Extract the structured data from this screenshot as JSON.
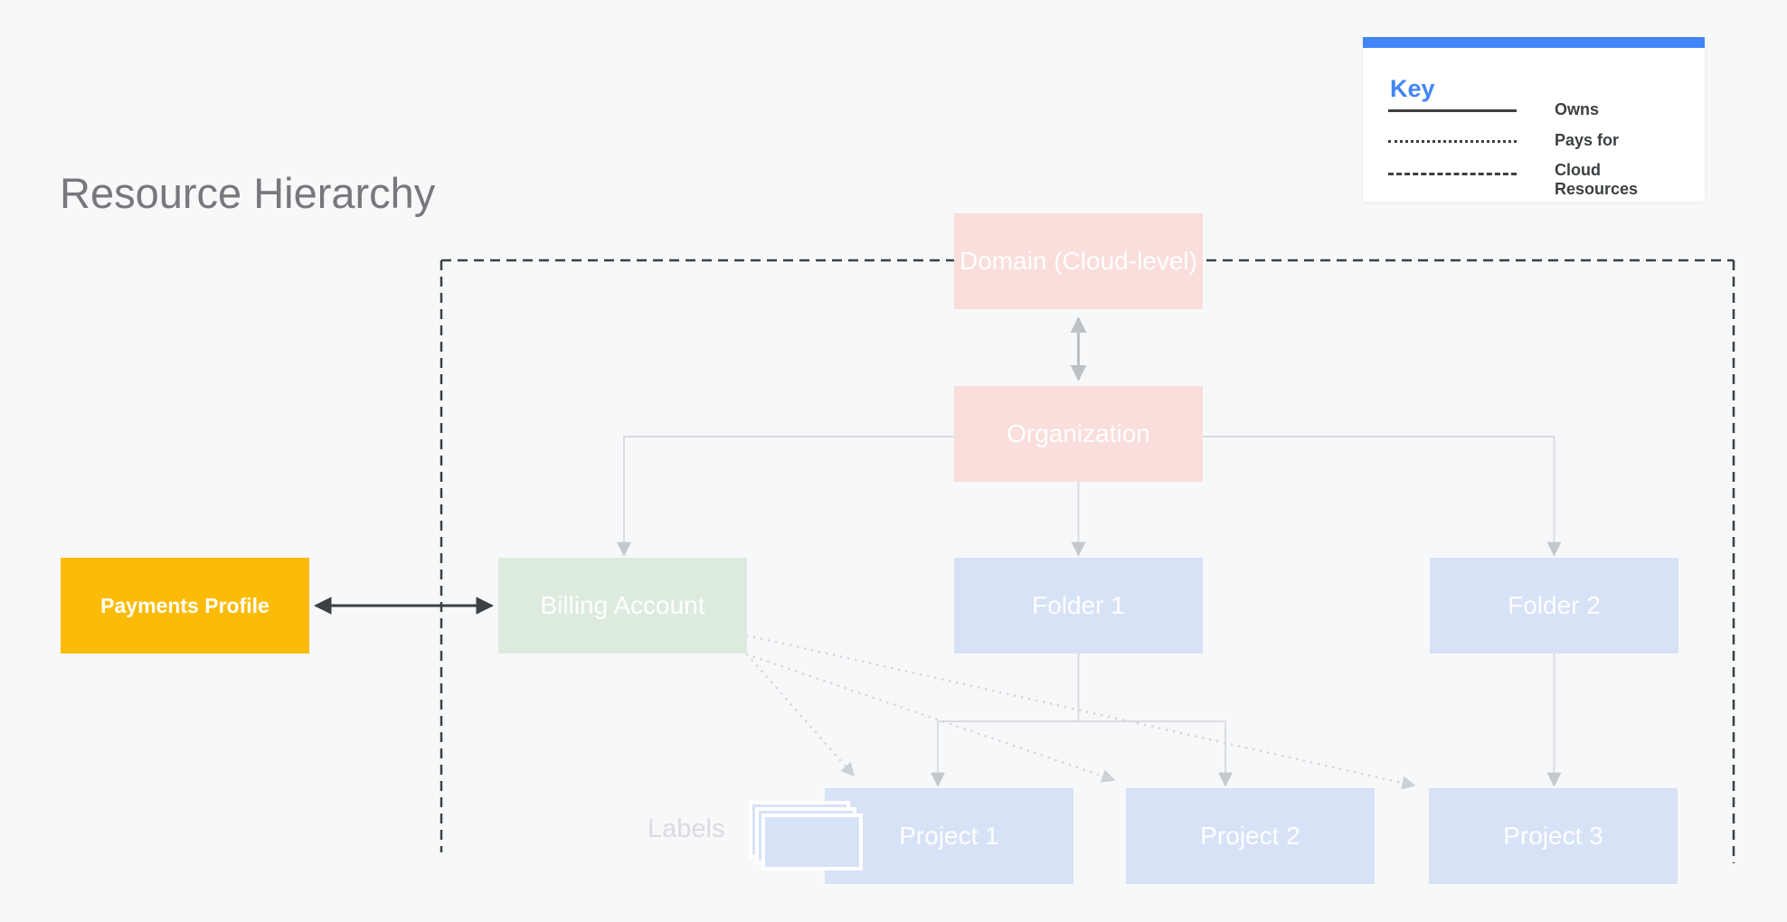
{
  "title": "Resource Hierarchy",
  "legend": {
    "title": "Key",
    "items": [
      {
        "style": "solid",
        "label": "Owns"
      },
      {
        "style": "dotted",
        "label": "Pays for"
      },
      {
        "style": "dashed",
        "label": "Cloud Resources"
      }
    ]
  },
  "nodes": {
    "domain": {
      "label": "Domain (Cloud-level)",
      "color": "#F9DEDC"
    },
    "organization": {
      "label": "Organization",
      "color": "#F9DEDC"
    },
    "payments_profile": {
      "label": "Payments Profile",
      "color": "#FBBB07"
    },
    "billing_account": {
      "label": "Billing Account",
      "color": "#DDEBDE"
    },
    "folder_1": {
      "label": "Folder 1",
      "color": "#D7E2F7"
    },
    "folder_2": {
      "label": "Folder 2",
      "color": "#D7E2F7"
    },
    "project_1": {
      "label": "Project 1",
      "color": "#D7E2F7"
    },
    "project_2": {
      "label": "Project 2",
      "color": "#D7E2F7"
    },
    "project_3": {
      "label": "Project 3",
      "color": "#D7E2F7"
    }
  },
  "annotations": {
    "labels_caption": "Labels"
  },
  "colors": {
    "background": "#F7F8F9",
    "accent_blue": "#4285F4",
    "line_dark": "#3C4043",
    "line_gray": "#DADCE0",
    "dotted_gray": "#D2D5D9"
  }
}
